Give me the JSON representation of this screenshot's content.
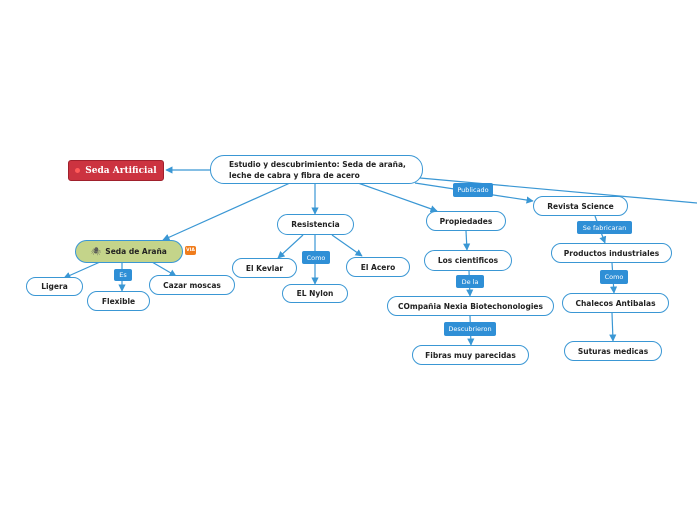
{
  "root": {
    "line1": "Estudio y descubrimiento: Seda de araña,",
    "line2": "leche de cabra y fibra de acero"
  },
  "seda_artificial": "Seda Artificial",
  "seda_arana": {
    "label": "Seda de Araña",
    "badge": "VIA",
    "icon": "spider-icon"
  },
  "nodes": {
    "ligera": "Ligera",
    "flexible": "Flexible",
    "cazar": "Cazar moscas",
    "resistencia": "Resistencia",
    "kevlar": "El Kevlar",
    "nylon": "EL Nylon",
    "acero": "El Acero",
    "propiedades": "Propiedades",
    "cientificos": "Los cientificos",
    "compania": "COmpañia Nexia Biotechonologies",
    "fibras": "Fibras muy parecidas",
    "revista": "Revista Science",
    "productos": "Productos industriales",
    "chalecos": "Chalecos Antibalas",
    "suturas": "Suturas medicas"
  },
  "labels": {
    "es": "Es",
    "como1": "Como",
    "publicado": "Publicado",
    "de_la": "De la",
    "descubrieron": "Descubrieron",
    "se_fabricaran": "Se fabricaran",
    "como2": "Como"
  },
  "colors": {
    "line": "#3a97d4",
    "label_bg": "#2f8fd6",
    "accent_red": "#cc3340",
    "green": "#c4d48a",
    "badge": "#f07c1c"
  }
}
